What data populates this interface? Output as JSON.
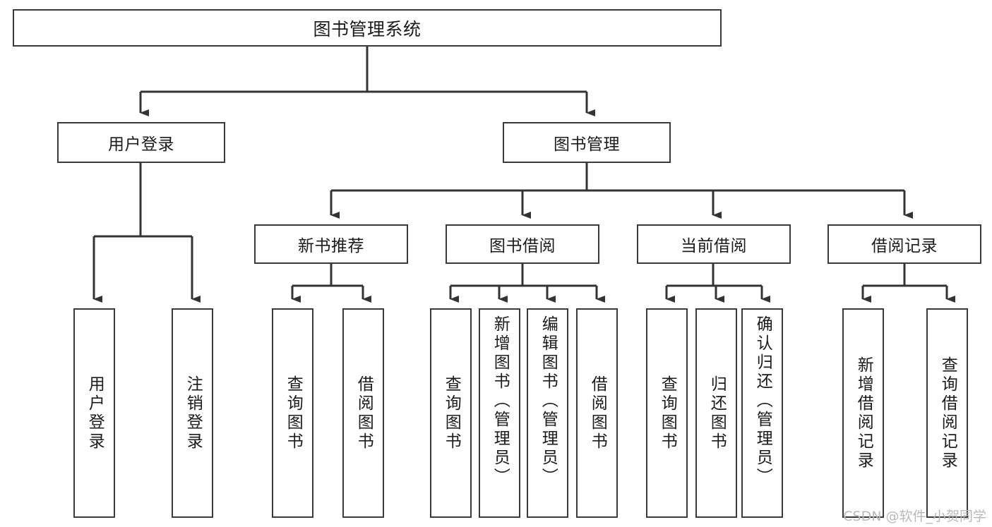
{
  "diagram": {
    "type": "tree",
    "title": "图书管理系统",
    "orientation": "top-down",
    "colors": {
      "box_border": "#3a3a3a",
      "box_fill": "#ffffff",
      "connector": "#333333",
      "text": "#1b1b1b",
      "watermark": "#b9b9b9",
      "background": "#ffffff"
    },
    "nodes": {
      "root": {
        "label": "图书管理系统"
      },
      "level2": [
        {
          "label": "用户登录"
        },
        {
          "label": "图书管理"
        }
      ],
      "level3": [
        {
          "label": "新书推荐"
        },
        {
          "label": "图书借阅"
        },
        {
          "label": "当前借阅"
        },
        {
          "label": "借阅记录"
        }
      ],
      "leaves": {
        "user_login": [
          {
            "label": "用户登录"
          },
          {
            "label": "注销登录"
          }
        ],
        "new_book": [
          {
            "label": "查询图书"
          },
          {
            "label": "借阅图书"
          }
        ],
        "book_borrow": [
          {
            "label": "查询图书"
          },
          {
            "label": "新增图书（管理员）"
          },
          {
            "label": "编辑图书（管理员）"
          },
          {
            "label": "借阅图书"
          }
        ],
        "current_borrow": [
          {
            "label": "查询图书"
          },
          {
            "label": "归还图书"
          },
          {
            "label": "确认归还（管理员）"
          }
        ],
        "borrow_record": [
          {
            "label": "新增借阅记录"
          },
          {
            "label": "查询借阅记录"
          }
        ]
      }
    },
    "watermark": "CSDN @软件_小贺同学"
  }
}
